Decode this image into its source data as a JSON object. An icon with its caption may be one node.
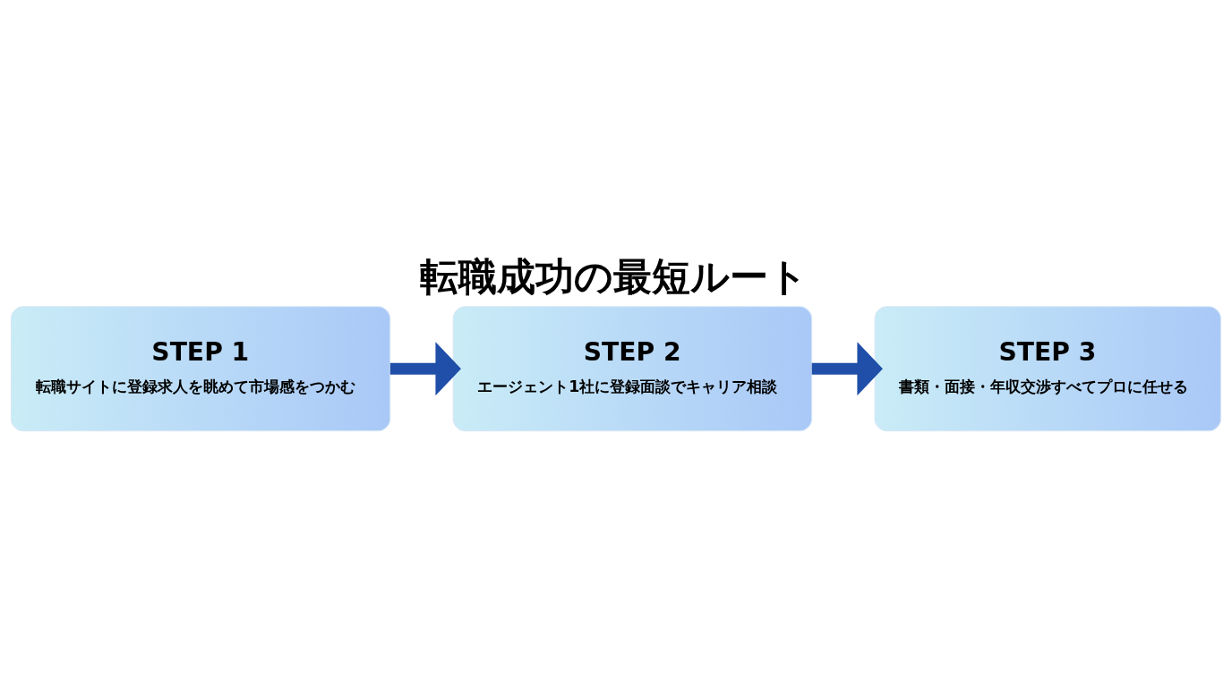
{
  "diagram": {
    "title": "転職成功の最短ルート",
    "nodes": [
      {
        "text": [
          "STEP 1",
          "転職サイトに登録求人を眺めて市場感をつかむ"
        ]
      },
      {
        "text": [
          "STEP 2",
          "エージェント1社に登録面談でキャリア相談"
        ]
      },
      {
        "text": [
          "STEP 3",
          "書類・面接・年収交渉すべてプロに任せる"
        ]
      }
    ],
    "edges": [
      {
        "from": 0,
        "to": 1,
        "arrow": "to"
      },
      {
        "from": 1,
        "to": 2,
        "arrow": "to"
      }
    ]
  }
}
